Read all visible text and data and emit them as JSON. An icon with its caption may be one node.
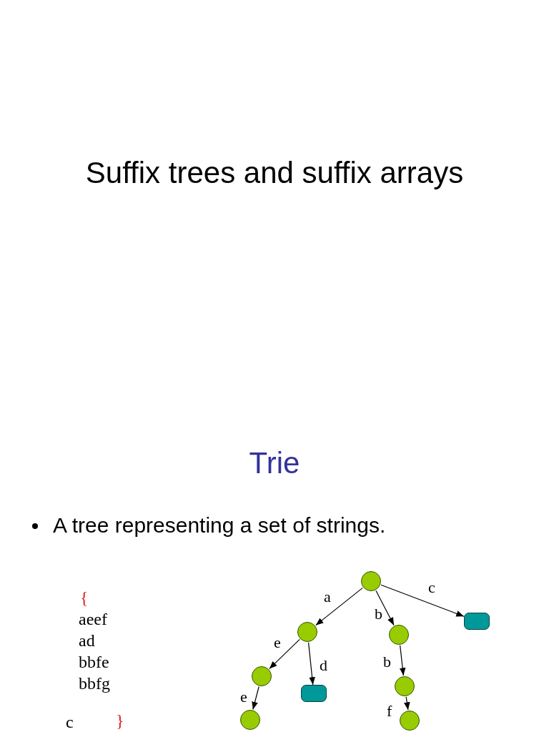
{
  "diagram": {
    "title": "Suffix trees and suffix arrays",
    "nodes": [
      {
        "text": [],
        "shape": "circle"
      },
      {
        "text": [],
        "shape": "circle"
      },
      {
        "text": [],
        "shape": "circle"
      },
      {
        "text": [],
        "shape": "box"
      },
      {
        "text": [],
        "shape": "circle"
      },
      {
        "text": [],
        "shape": "box"
      },
      {
        "text": [],
        "shape": "circle"
      },
      {
        "text": [],
        "shape": "circle"
      },
      {
        "text": [],
        "shape": "circle"
      }
    ],
    "edges": [
      {
        "from": 0,
        "to": 1,
        "arrow": "to",
        "label": "a"
      },
      {
        "from": 0,
        "to": 2,
        "arrow": "to",
        "label": "b"
      },
      {
        "from": 0,
        "to": 3,
        "arrow": "to",
        "label": "c"
      },
      {
        "from": 1,
        "to": 4,
        "arrow": "to",
        "label": "e"
      },
      {
        "from": 1,
        "to": 5,
        "arrow": "to",
        "label": "d"
      },
      {
        "from": 2,
        "to": 6,
        "arrow": "to",
        "label": "b"
      },
      {
        "from": 4,
        "to": 7,
        "arrow": "to",
        "label": "e"
      },
      {
        "from": 6,
        "to": 8,
        "arrow": "to",
        "label": "f"
      }
    ],
    "labels": [
      "Trie",
      "A tree representing a set of strings.",
      "{",
      "aeef",
      "ad",
      "bbfe",
      "bbfg",
      "c",
      "}"
    ]
  }
}
